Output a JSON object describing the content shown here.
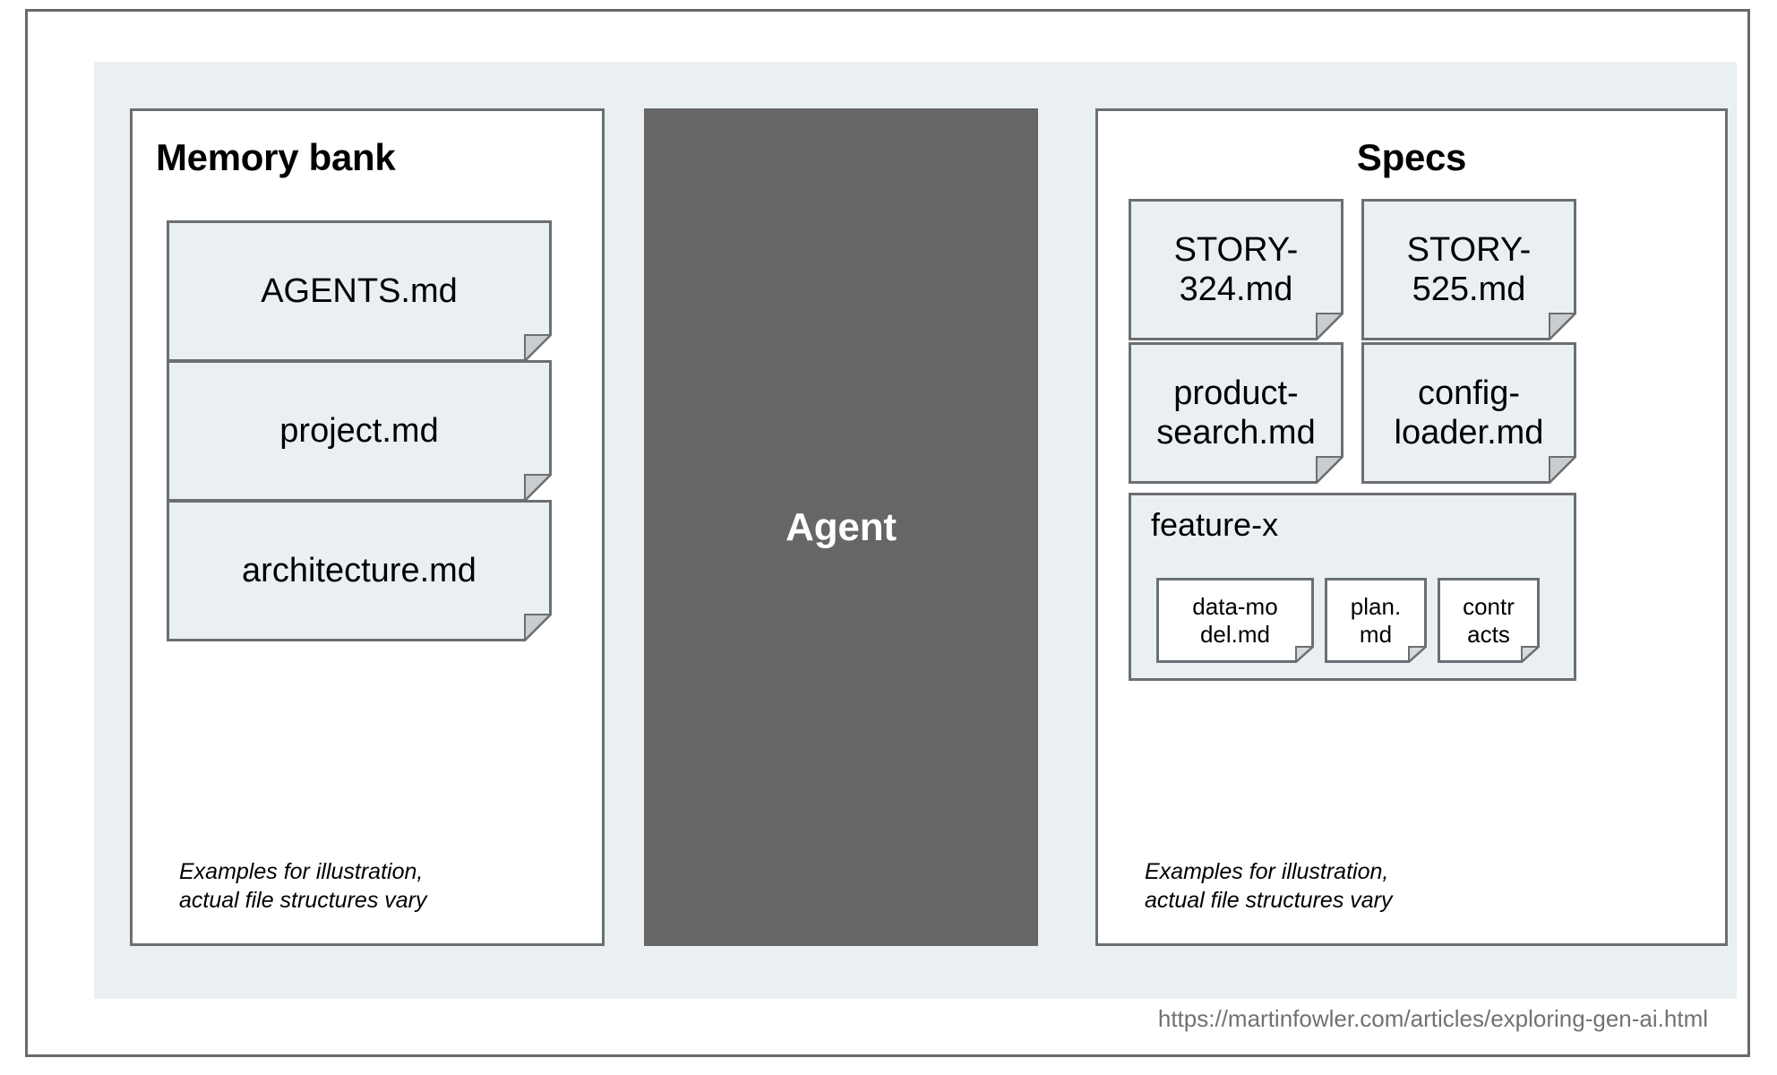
{
  "diagram": {
    "caption_shared": "Examples for illustration,\nactual file structures vary",
    "colors": {
      "plate_background": "#eaeff2",
      "frame_border": "#666a6e",
      "note_fill": "#eaeff2",
      "note_border": "#6b6f73",
      "note_fold": "#c9cdd0",
      "agent_fill": "#666666",
      "agent_text": "#ffffff",
      "subnote_fill": "#ffffff",
      "url_text": "#6f7275"
    },
    "memory_bank": {
      "title": "Memory bank",
      "notes": [
        {
          "label": "AGENTS.md",
          "icon": "document-note-icon"
        },
        {
          "label": "project.md",
          "icon": "document-note-icon"
        },
        {
          "label": "architecture.md",
          "icon": "document-note-icon"
        }
      ],
      "caption": "Examples for illustration,\nactual file structures vary"
    },
    "agent": {
      "label": "Agent"
    },
    "specs": {
      "title": "Specs",
      "notes": [
        {
          "label": "STORY-\n324.md",
          "icon": "document-note-icon"
        },
        {
          "label": "STORY-\n525.md",
          "icon": "document-note-icon"
        },
        {
          "label": "product-\nsearch.md",
          "icon": "document-note-icon"
        },
        {
          "label": "config-\nloader.md",
          "icon": "document-note-icon"
        }
      ],
      "feature_group": {
        "title": "feature-x",
        "notes": [
          {
            "label": "data-mo\ndel.md",
            "icon": "document-note-icon"
          },
          {
            "label": "plan.\nmd",
            "icon": "document-note-icon"
          },
          {
            "label": "contr\nacts",
            "icon": "document-note-icon"
          }
        ]
      },
      "caption": "Examples for illustration,\nactual file structures vary"
    },
    "footer": {
      "url": "https://martinfowler.com/articles/exploring-gen-ai.html"
    }
  }
}
